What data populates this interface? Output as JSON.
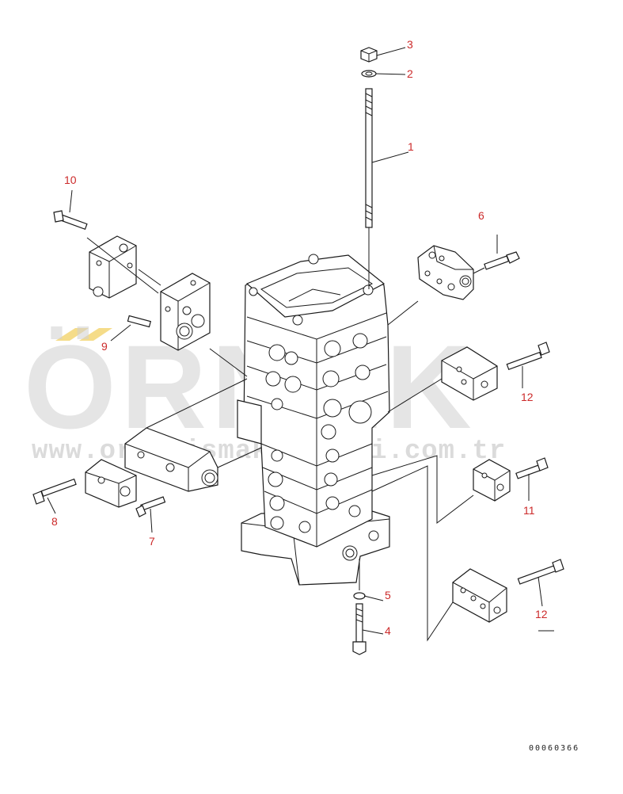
{
  "watermark": {
    "brand": "ÖRNEK",
    "url": "www.ornekismakinalari.com.tr"
  },
  "callouts": [
    {
      "id": "c1",
      "text": "1"
    },
    {
      "id": "c2",
      "text": "2"
    },
    {
      "id": "c3",
      "text": "3"
    },
    {
      "id": "c4",
      "text": "4"
    },
    {
      "id": "c5",
      "text": "5"
    },
    {
      "id": "c6",
      "text": "6"
    },
    {
      "id": "c7",
      "text": "7"
    },
    {
      "id": "c8",
      "text": "8"
    },
    {
      "id": "c9",
      "text": "9"
    },
    {
      "id": "c10",
      "text": "10"
    },
    {
      "id": "c11",
      "text": "11"
    },
    {
      "id": "c12a",
      "text": "12"
    },
    {
      "id": "c12b",
      "text": "12"
    }
  ],
  "drawing_code": "00060366",
  "colors": {
    "callout": "#cc2a2a",
    "watermark": "#d0d0d0",
    "watermark_accent": "#f2d36b",
    "line": "#1a1a1a"
  }
}
